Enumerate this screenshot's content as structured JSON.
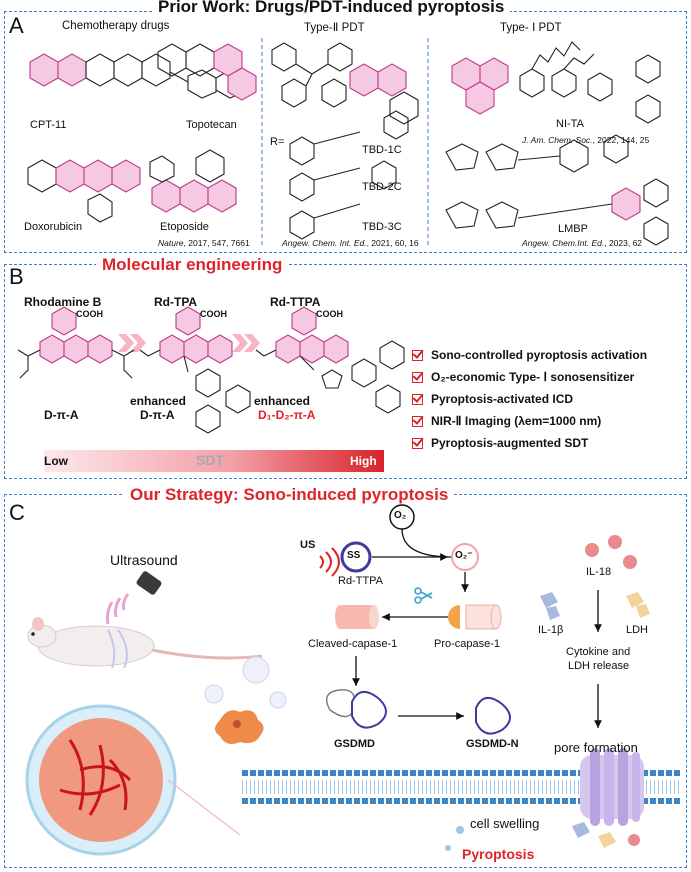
{
  "titles": {
    "prior_work": "Prior Work: Drugs/PDT-induced pyroptosis",
    "molecular": "Molecular engineering",
    "strategy": "Our Strategy: Sono-induced pyroptosis"
  },
  "panel_letters": {
    "a": "A",
    "b": "B",
    "c": "C"
  },
  "panel_a": {
    "chemo_header": "Chemotherapy drugs",
    "type2_header": "Type-Ⅱ PDT",
    "type1_header": "Type- Ⅰ PDT",
    "drugs": [
      "CPT-11",
      "Topotecan",
      "Doxorubicin",
      "Etoposide"
    ],
    "r_label": "R=",
    "tbd": [
      "TBD-1C",
      "TBD-2C",
      "TBD-3C"
    ],
    "ni_ta": "NI-TA",
    "lmbp": "LMBP",
    "cite_nature": {
      "journal": "Nature",
      "rest": ", 2017, 547, 7661"
    },
    "cite_angew1": {
      "journal": "Angew. Chem. Int. Ed.",
      "rest": ", 2021, 60, 16"
    },
    "cite_jacs": {
      "journal": "J. Am. Chem. Soc.",
      "rest": ", 2022, 144, 25"
    },
    "cite_angew2": {
      "journal": "Angew. Chem.Int. Ed.",
      "rest": ", 2023, 62"
    }
  },
  "panel_b": {
    "molecules": [
      "Rhodamine B",
      "Rd-TPA",
      "Rd-TTPA"
    ],
    "dpa": "D-π-A",
    "enhanced": "enhanced",
    "dpa2": "D-π-A",
    "d1d2": "D₁-D₂-π-A",
    "cooh": "COOH",
    "sdt_low": "Low",
    "sdt_mid": "SDT",
    "sdt_high": "High",
    "features": [
      "Sono-controlled pyroptosis activation",
      "O₂-economic Type- Ⅰ sonosensitizer",
      "Pyroptosis-activated ICD",
      "NIR-Ⅱ Imaging (λem=1000 nm)",
      "Pyroptosis-augmented SDT"
    ]
  },
  "panel_c": {
    "ultrasound": "Ultrasound",
    "us": "US",
    "ss": "SS",
    "o2": "O₂",
    "o2_radical": "O₂⁻",
    "rd_ttpa": "Rd-TTPA",
    "cleaved": "Cleaved-capase-1",
    "pro": "Pro-capase-1",
    "gsdmd": "GSDMD",
    "gsdmd_n": "GSDMD-N",
    "il18": "IL-18",
    "il1b": "IL-1β",
    "ldh": "LDH",
    "cytokine": "Cytokine and",
    "ldh_release": "LDH release",
    "pore": "pore formation",
    "swelling": "cell swelling",
    "pyroptosis": "Pyroptosis"
  },
  "colors": {
    "accent_red": "#e0232a",
    "border_blue": "#3f7fc6",
    "pink_ring": "#e8a1c6"
  }
}
